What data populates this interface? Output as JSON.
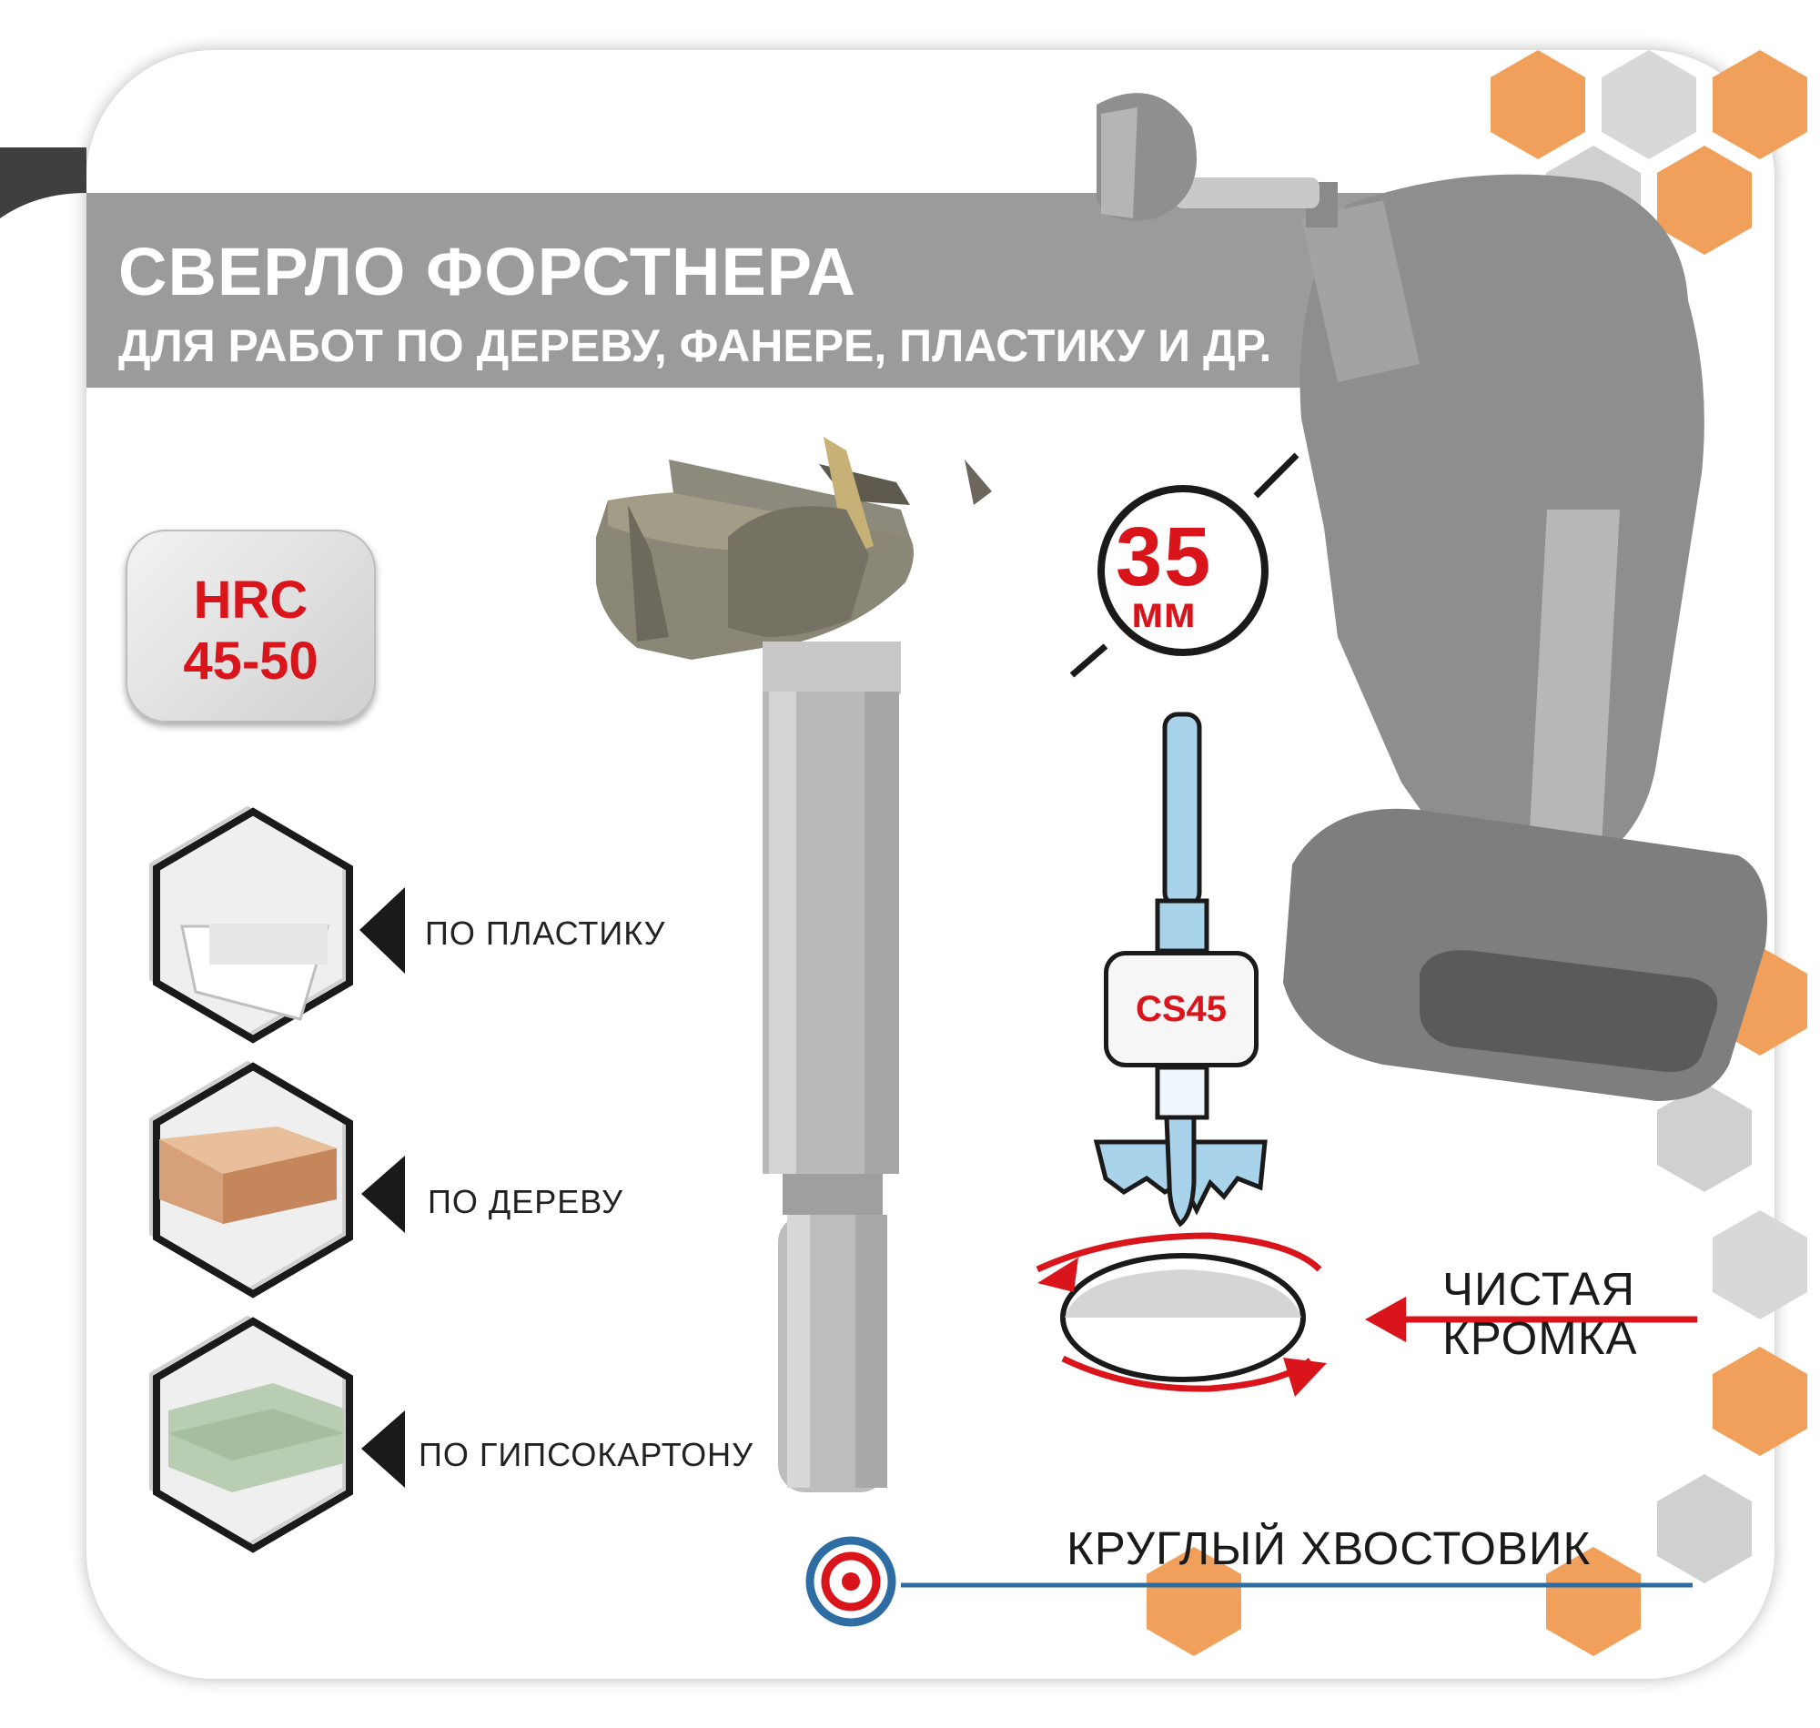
{
  "title": "СВЕРЛО ФОРСТНЕРА",
  "subtitle": "ДЛЯ РАБОТ ПО ДЕРЕВУ, ФАНЕРЕ, ПЛАСТИКУ И ДР.",
  "hardness": {
    "label": "HRC",
    "value": "45-50"
  },
  "diameter": {
    "value": "35",
    "unit": "мм"
  },
  "materials": [
    {
      "label": "ПО ПЛАСТИКУ"
    },
    {
      "label": "ПО ДЕРЕВУ"
    },
    {
      "label": "ПО ГИПСОКАРТОНУ"
    }
  ],
  "steel_grade": "CS45",
  "clean_edge": {
    "line1": "ЧИСТАЯ",
    "line2": "КРОМКА"
  },
  "shank": "КРУГЛЫЙ ХВОСТОВИК",
  "colors": {
    "accent_red": "#d9151b",
    "banner_gray": "#9a9a9a",
    "hex_orange": "#f0a05a",
    "line_blue": "#2e6da4"
  }
}
